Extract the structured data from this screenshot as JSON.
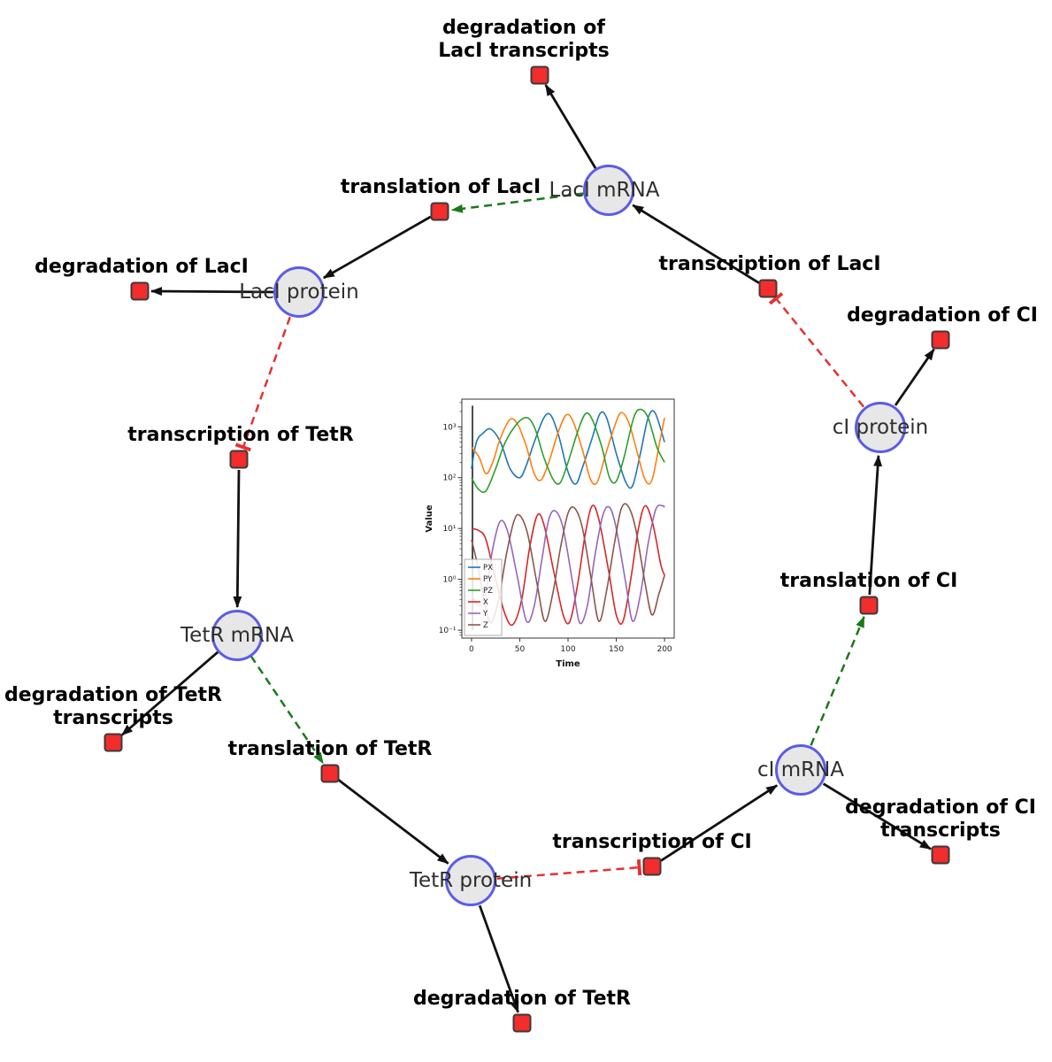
{
  "diagram": {
    "species": [
      {
        "label": "LacI mRNA"
      },
      {
        "label": "LacI protein"
      },
      {
        "label": "cI protein"
      },
      {
        "label": "TetR mRNA"
      },
      {
        "label": "cI mRNA"
      },
      {
        "label": "TetR protein"
      }
    ],
    "reactions": [
      {
        "label": "degradation of LacI transcripts"
      },
      {
        "label": "translation of LacI"
      },
      {
        "label": "transcription of LacI"
      },
      {
        "label": "degradation of LacI"
      },
      {
        "label": "degradation of CI"
      },
      {
        "label": "transcription of TetR"
      },
      {
        "label": "translation of CI"
      },
      {
        "label": "degradation of TetR transcripts"
      },
      {
        "label": "translation of TetR"
      },
      {
        "label": "degradation of CI transcripts"
      },
      {
        "label": "transcription of CI"
      },
      {
        "label": "degradation of TetR"
      }
    ],
    "colors": {
      "species_fill": "#e7e7e7",
      "species_border": "#5c5ce6",
      "reaction_fill": "#f32c2c",
      "reaction_border": "#3a3a3a",
      "edge_black": "#111111",
      "edge_activation_green": "#1a7a1a",
      "edge_inhibition_red": "#e83030"
    }
  },
  "chart_data": {
    "type": "line",
    "title": "",
    "xlabel": "Time",
    "ylabel": "Value",
    "yscale": "log",
    "xlim": [
      -10,
      210
    ],
    "ylim": [
      0.07,
      3500
    ],
    "xticks": [
      0,
      50,
      100,
      150,
      200
    ],
    "yticks": [
      0.1,
      1,
      10,
      100,
      1000
    ],
    "ytick_labels": [
      "10⁻¹",
      "10⁰",
      "10¹",
      "10²",
      "10³"
    ],
    "grid": false,
    "legend_position": "lower-left",
    "initial_transient": {
      "t": 1,
      "from": 0.1,
      "to": 2600
    },
    "series": [
      {
        "name": "PX",
        "color": "#1f77b4",
        "points": [
          [
            0,
            150
          ],
          [
            5,
            500
          ],
          [
            12,
            750
          ],
          [
            20,
            900
          ],
          [
            30,
            500
          ],
          [
            40,
            150
          ],
          [
            50,
            100
          ],
          [
            57,
            180
          ],
          [
            65,
            500
          ],
          [
            75,
            1500
          ],
          [
            82,
            1700
          ],
          [
            90,
            700
          ],
          [
            100,
            130
          ],
          [
            108,
            75
          ],
          [
            115,
            160
          ],
          [
            125,
            600
          ],
          [
            133,
            1800
          ],
          [
            140,
            1500
          ],
          [
            150,
            300
          ],
          [
            160,
            80
          ],
          [
            167,
            70
          ],
          [
            175,
            300
          ],
          [
            183,
            1500
          ],
          [
            190,
            1900
          ],
          [
            200,
            500
          ]
        ]
      },
      {
        "name": "PY",
        "color": "#ff7f0e",
        "points": [
          [
            0,
            400
          ],
          [
            8,
            250
          ],
          [
            15,
            120
          ],
          [
            22,
            200
          ],
          [
            30,
            600
          ],
          [
            40,
            1400
          ],
          [
            48,
            1100
          ],
          [
            57,
            400
          ],
          [
            65,
            120
          ],
          [
            72,
            90
          ],
          [
            80,
            200
          ],
          [
            90,
            800
          ],
          [
            98,
            1700
          ],
          [
            105,
            1300
          ],
          [
            115,
            350
          ],
          [
            123,
            95
          ],
          [
            130,
            80
          ],
          [
            138,
            250
          ],
          [
            148,
            1000
          ],
          [
            155,
            1900
          ],
          [
            163,
            1200
          ],
          [
            172,
            300
          ],
          [
            180,
            90
          ],
          [
            187,
            90
          ],
          [
            195,
            500
          ],
          [
            200,
            1500
          ]
        ]
      },
      {
        "name": "PZ",
        "color": "#2ca02c",
        "points": [
          [
            0,
            100
          ],
          [
            7,
            60
          ],
          [
            15,
            55
          ],
          [
            25,
            150
          ],
          [
            35,
            500
          ],
          [
            48,
            1200
          ],
          [
            58,
            1500
          ],
          [
            66,
            900
          ],
          [
            75,
            250
          ],
          [
            85,
            90
          ],
          [
            92,
            80
          ],
          [
            100,
            200
          ],
          [
            110,
            800
          ],
          [
            118,
            1800
          ],
          [
            125,
            1400
          ],
          [
            135,
            400
          ],
          [
            143,
            100
          ],
          [
            150,
            85
          ],
          [
            158,
            250
          ],
          [
            168,
            1500
          ],
          [
            175,
            2200
          ],
          [
            183,
            1500
          ],
          [
            192,
            400
          ],
          [
            200,
            200
          ]
        ]
      },
      {
        "name": "X",
        "color": "#d62728",
        "points": [
          [
            0,
            10
          ],
          [
            8,
            9
          ],
          [
            15,
            6
          ],
          [
            25,
            1
          ],
          [
            35,
            0.2
          ],
          [
            43,
            0.13
          ],
          [
            52,
            0.4
          ],
          [
            60,
            4
          ],
          [
            68,
            18
          ],
          [
            75,
            12
          ],
          [
            85,
            1.5
          ],
          [
            95,
            0.2
          ],
          [
            102,
            0.15
          ],
          [
            110,
            0.8
          ],
          [
            118,
            8
          ],
          [
            125,
            28
          ],
          [
            132,
            15
          ],
          [
            142,
            1.5
          ],
          [
            150,
            0.2
          ],
          [
            157,
            0.15
          ],
          [
            165,
            1
          ],
          [
            173,
            10
          ],
          [
            180,
            28
          ],
          [
            188,
            12
          ],
          [
            196,
            2
          ],
          [
            200,
            1.2
          ]
        ]
      },
      {
        "name": "Y",
        "color": "#9467bd",
        "points": [
          [
            0,
            0.5
          ],
          [
            8,
            0.3
          ],
          [
            15,
            0.6
          ],
          [
            22,
            4
          ],
          [
            30,
            14
          ],
          [
            38,
            8
          ],
          [
            48,
            1
          ],
          [
            57,
            0.15
          ],
          [
            65,
            0.3
          ],
          [
            73,
            2.5
          ],
          [
            80,
            15
          ],
          [
            87,
            22
          ],
          [
            95,
            10
          ],
          [
            105,
            0.8
          ],
          [
            112,
            0.14
          ],
          [
            120,
            0.3
          ],
          [
            128,
            3
          ],
          [
            136,
            18
          ],
          [
            143,
            26
          ],
          [
            150,
            10
          ],
          [
            160,
            0.8
          ],
          [
            167,
            0.15
          ],
          [
            175,
            0.5
          ],
          [
            183,
            5
          ],
          [
            191,
            24
          ],
          [
            198,
            28
          ],
          [
            200,
            26
          ]
        ]
      },
      {
        "name": "Z",
        "color": "#8c564b",
        "points": [
          [
            0,
            6
          ],
          [
            6,
            2
          ],
          [
            13,
            0.4
          ],
          [
            20,
            0.14
          ],
          [
            28,
            0.4
          ],
          [
            36,
            3
          ],
          [
            44,
            14
          ],
          [
            50,
            18
          ],
          [
            58,
            8
          ],
          [
            68,
            0.8
          ],
          [
            76,
            0.15
          ],
          [
            84,
            0.5
          ],
          [
            92,
            4
          ],
          [
            100,
            20
          ],
          [
            107,
            25
          ],
          [
            115,
            10
          ],
          [
            124,
            1
          ],
          [
            132,
            0.15
          ],
          [
            140,
            0.6
          ],
          [
            148,
            5
          ],
          [
            155,
            24
          ],
          [
            162,
            28
          ],
          [
            170,
            10
          ],
          [
            180,
            0.8
          ],
          [
            187,
            0.2
          ],
          [
            194,
            0.5
          ],
          [
            200,
            1.2
          ]
        ]
      }
    ]
  }
}
